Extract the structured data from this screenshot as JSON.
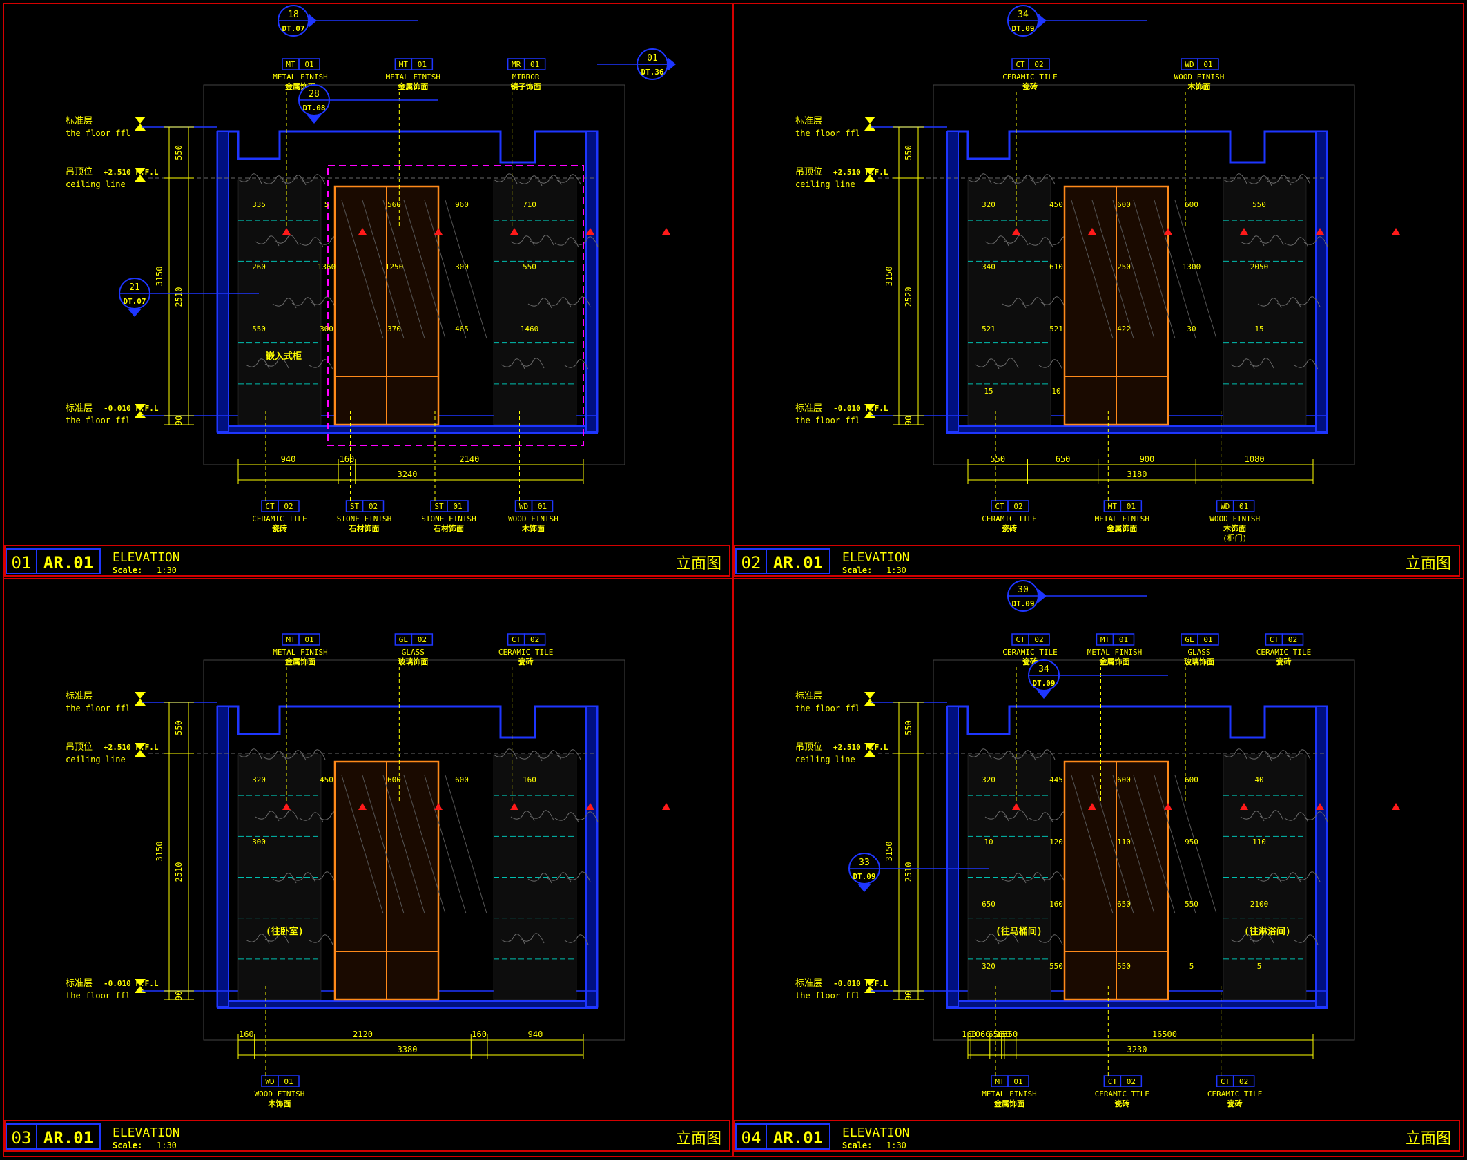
{
  "sheet": {
    "title_en": "ELEVATION",
    "title_cn": "立面图",
    "scale_label": "Scale:",
    "scale_value": "1:30",
    "sheet_code": "AR.01"
  },
  "levels": {
    "floor_cn": "标准层",
    "floor_en": "the floor ffl",
    "ceiling_cn": "吊顶位",
    "ceiling_en": "ceiling line",
    "ceiling_value": "+2.510 F.F.L",
    "base_value": "-0.010 F.F.L"
  },
  "colors": {
    "background": "#000000",
    "frame": "#d40000",
    "wall": "#1e36ff",
    "label": "#ffff00",
    "finish": "#ff8a1a",
    "tile_line": "#00bfb0",
    "hidden": "#ff00ff",
    "marker": "#ff1a1a"
  },
  "panels": [
    {
      "number": "01",
      "callouts_top": [
        {
          "code": "MT",
          "num": "01",
          "en": "METAL FINISH",
          "cn": "金属饰面"
        },
        {
          "code": "MT",
          "num": "01",
          "en": "METAL FINISH",
          "cn": "金属饰面"
        },
        {
          "code": "MR",
          "num": "01",
          "en": "MIRROR",
          "cn": "镜子饰面"
        }
      ],
      "callouts_bottom": [
        {
          "code": "CT",
          "num": "02",
          "en": "CERAMIC TILE",
          "cn": "瓷砖"
        },
        {
          "code": "ST",
          "num": "02",
          "en": "STONE FINISH",
          "cn": "石材饰面"
        },
        {
          "code": "ST",
          "num": "01",
          "en": "STONE FINISH",
          "cn": "石材饰面"
        },
        {
          "code": "WD",
          "num": "01",
          "en": "WOOD FINISH",
          "cn": "木饰面"
        }
      ],
      "detail_refs": [
        {
          "num": "18",
          "ref": "DT.07"
        },
        {
          "num": "28",
          "ref": "DT.08"
        },
        {
          "num": "21",
          "ref": "DT.07"
        },
        {
          "num": "01",
          "ref": "DT.36"
        }
      ],
      "vertical_dims": [
        "550",
        "3150",
        "2510",
        "90"
      ],
      "horizontal_dims": [
        "940",
        "160",
        "2140"
      ],
      "total_dim": "3240",
      "inner_dims": [
        "335",
        "5",
        "560",
        "960",
        "710",
        "260",
        "1360",
        "1250",
        "300",
        "550",
        "550",
        "300",
        "370",
        "465",
        "1460"
      ],
      "room_label": "嵌入式柜"
    },
    {
      "number": "02",
      "callouts_top": [
        {
          "code": "CT",
          "num": "02",
          "en": "CERAMIC TILE",
          "cn": "瓷砖"
        },
        {
          "code": "WD",
          "num": "01",
          "en": "WOOD FINISH",
          "cn": "木饰面"
        }
      ],
      "callouts_bottom": [
        {
          "code": "CT",
          "num": "02",
          "en": "CERAMIC TILE",
          "cn": "瓷砖"
        },
        {
          "code": "MT",
          "num": "01",
          "en": "METAL FINISH",
          "cn": "金属饰面"
        },
        {
          "code": "WD",
          "num": "01",
          "en": "WOOD FINISH",
          "cn": "木饰面",
          "note": "(柜门)"
        }
      ],
      "detail_refs": [
        {
          "num": "34",
          "ref": "DT.09"
        }
      ],
      "vertical_dims": [
        "550",
        "3150",
        "2520",
        "90"
      ],
      "horizontal_dims": [
        "550",
        "650",
        "900",
        "1080"
      ],
      "total_dim": "3180",
      "inner_dims": [
        "320",
        "450",
        "600",
        "600",
        "550",
        "340",
        "610",
        "250",
        "1300",
        "2050",
        "521",
        "521",
        "422",
        "30",
        "15",
        "15",
        "10"
      ],
      "room_label": ""
    },
    {
      "number": "03",
      "callouts_top": [
        {
          "code": "MT",
          "num": "01",
          "en": "METAL FINISH",
          "cn": "金属饰面"
        },
        {
          "code": "GL",
          "num": "02",
          "en": "GLASS",
          "cn": "玻璃饰面"
        },
        {
          "code": "CT",
          "num": "02",
          "en": "CERAMIC TILE",
          "cn": "瓷砖"
        }
      ],
      "callouts_bottom": [
        {
          "code": "WD",
          "num": "01",
          "en": "WOOD FINISH",
          "cn": "木饰面"
        }
      ],
      "detail_refs": [],
      "vertical_dims": [
        "550",
        "3150",
        "2510",
        "90"
      ],
      "horizontal_dims": [
        "160",
        "2120",
        "160",
        "940"
      ],
      "total_dim": "3380",
      "inner_dims": [
        "320",
        "450",
        "600",
        "600",
        "160",
        "300"
      ],
      "room_label": "(往卧室)"
    },
    {
      "number": "04",
      "callouts_top": [
        {
          "code": "CT",
          "num": "02",
          "en": "CERAMIC TILE",
          "cn": "瓷砖"
        },
        {
          "code": "MT",
          "num": "01",
          "en": "METAL FINISH",
          "cn": "金属饰面"
        },
        {
          "code": "GL",
          "num": "01",
          "en": "GLASS",
          "cn": "玻璃饰面"
        },
        {
          "code": "CT",
          "num": "02",
          "en": "CERAMIC TILE",
          "cn": "瓷砖"
        }
      ],
      "callouts_bottom": [
        {
          "code": "MT",
          "num": "01",
          "en": "METAL FINISH",
          "cn": "金属饰面"
        },
        {
          "code": "CT",
          "num": "02",
          "en": "CERAMIC TILE",
          "cn": "瓷砖"
        },
        {
          "code": "CT",
          "num": "02",
          "en": "CERAMIC TILE",
          "cn": "瓷砖"
        }
      ],
      "detail_refs": [
        {
          "num": "30",
          "ref": "DT.09"
        },
        {
          "num": "34",
          "ref": "DT.09"
        },
        {
          "num": "33",
          "ref": "DT.09"
        }
      ],
      "vertical_dims": [
        "550",
        "3150",
        "2510",
        "90"
      ],
      "horizontal_dims": [
        "160",
        "1060",
        "650",
        "160",
        "650",
        "16500"
      ],
      "total_dim": "3230",
      "inner_dims": [
        "320",
        "445",
        "600",
        "600",
        "40",
        "10",
        "120",
        "110",
        "950",
        "110",
        "650",
        "160",
        "650",
        "550",
        "2100",
        "320",
        "550",
        "550",
        "5",
        "5"
      ],
      "room_label": "(往马桶间)",
      "room_label_2": "(往淋浴间)"
    }
  ]
}
